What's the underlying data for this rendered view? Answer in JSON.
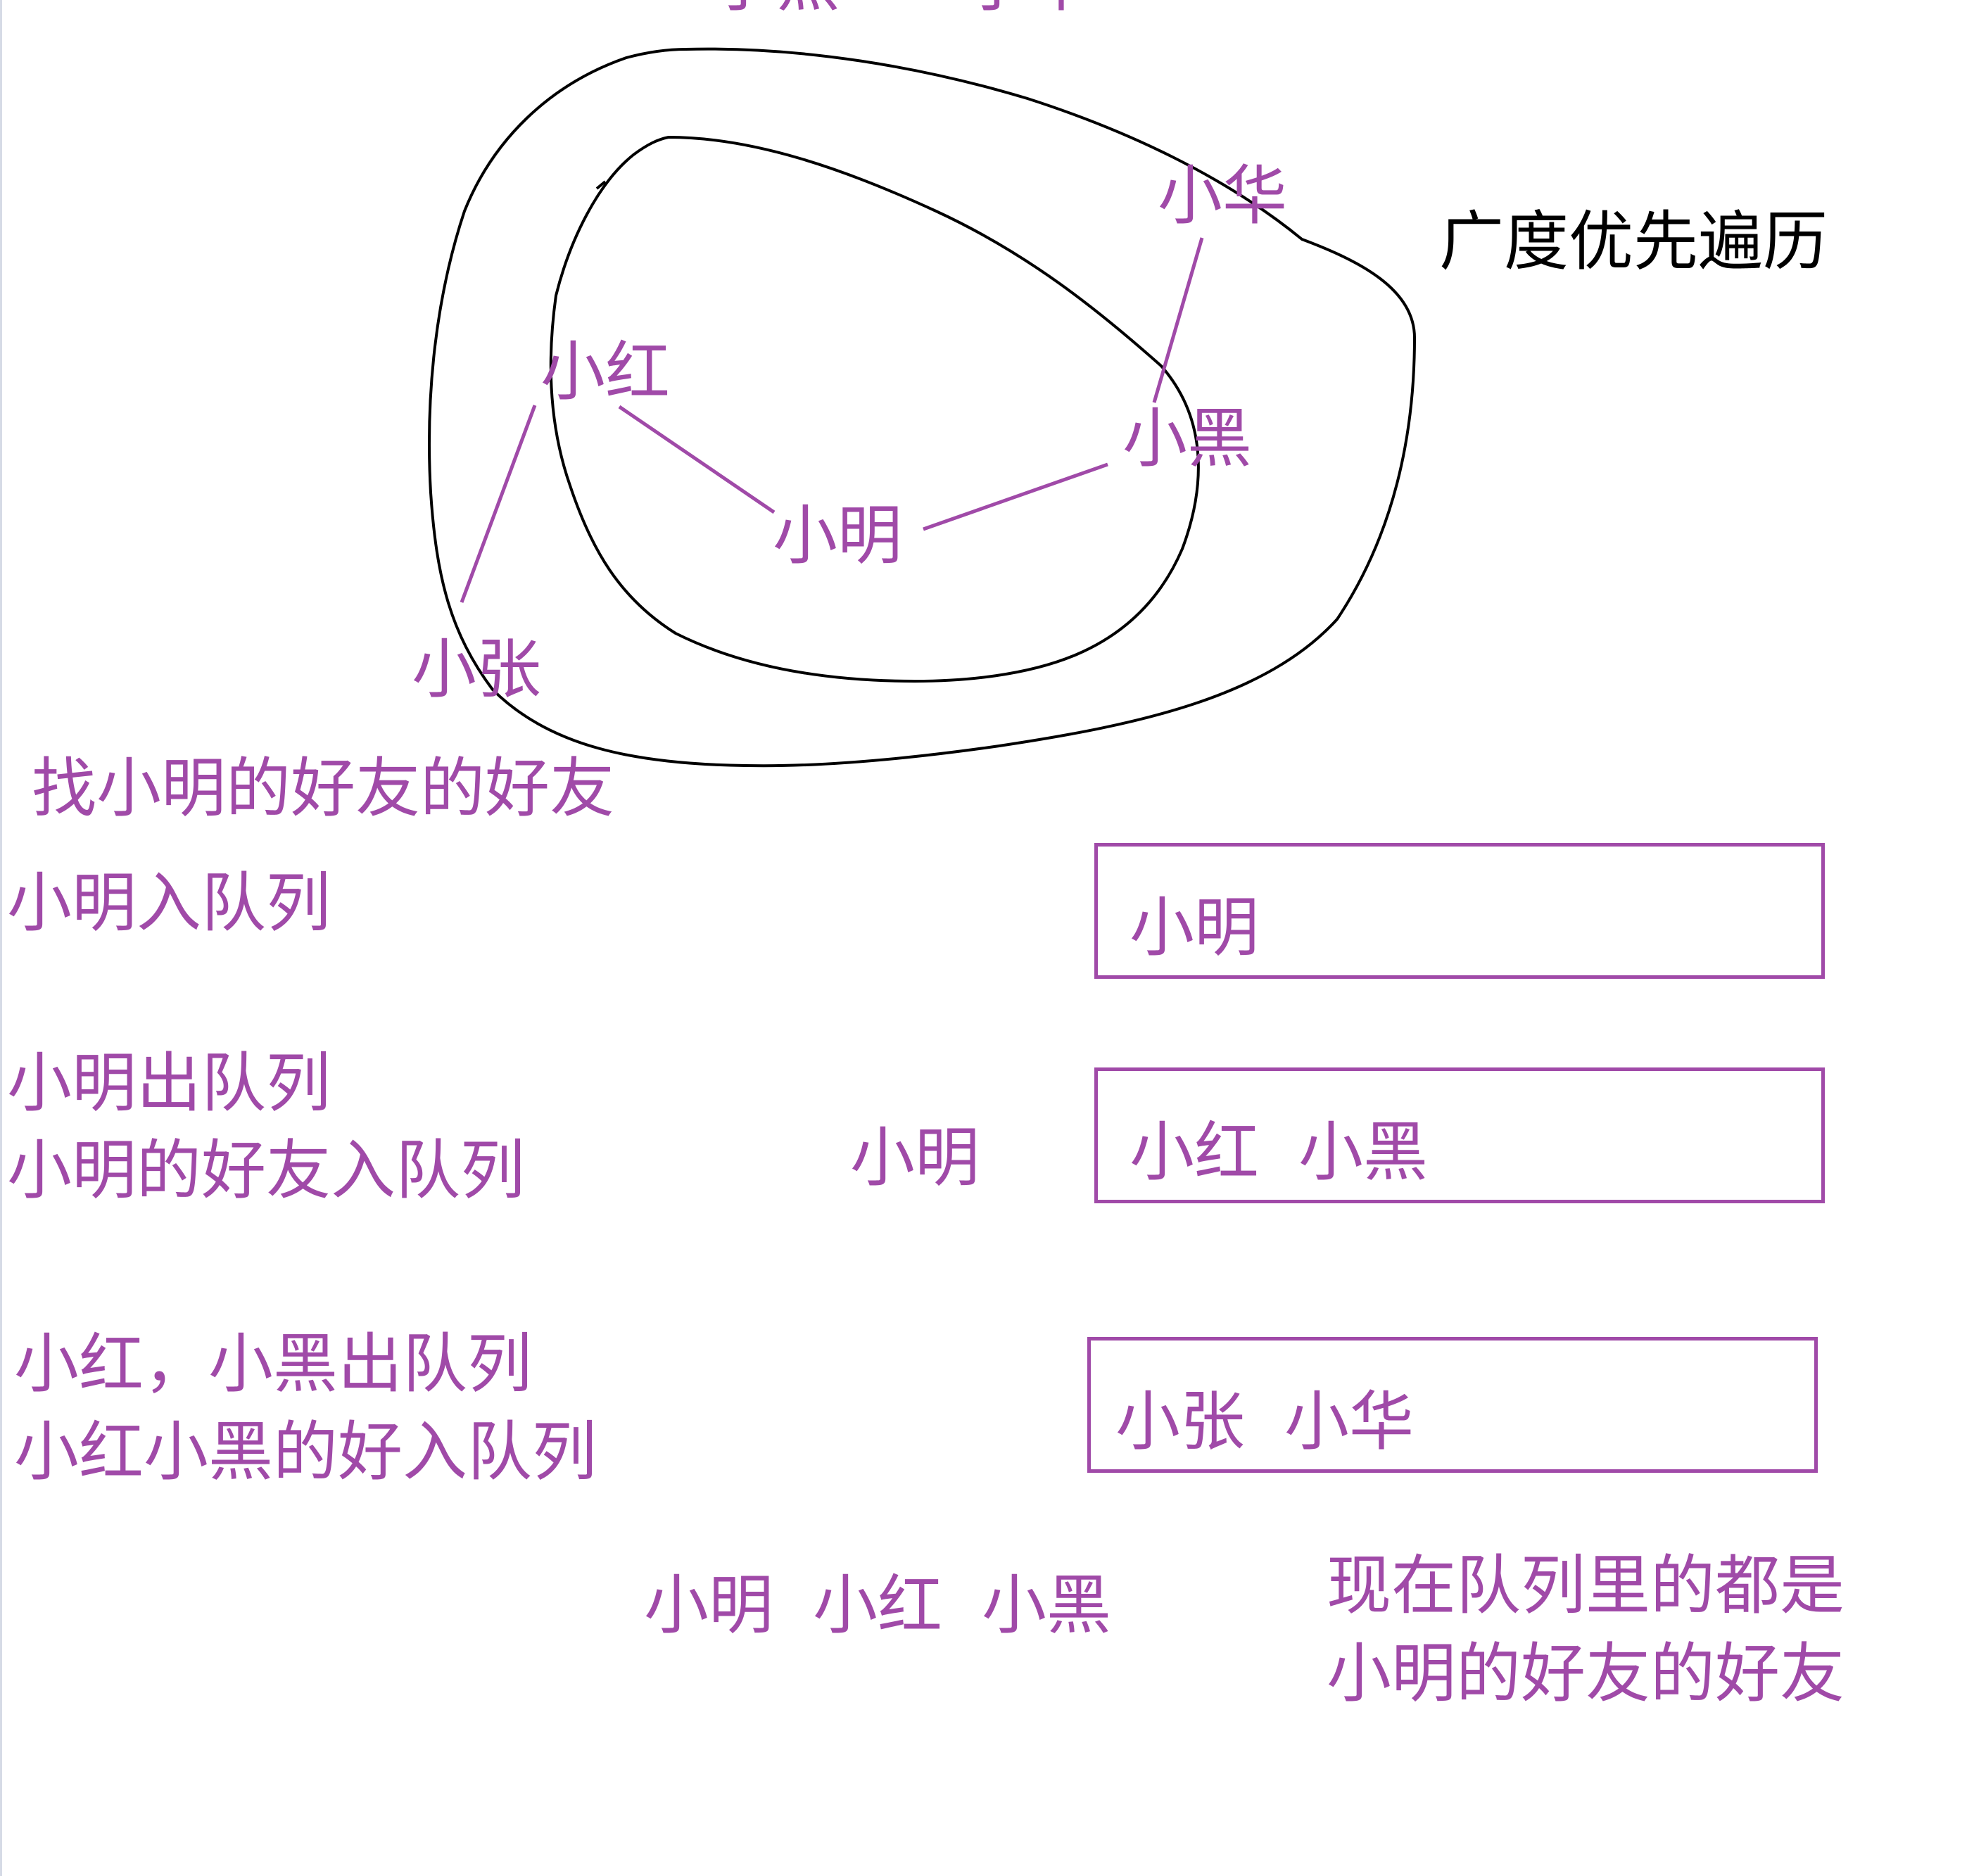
{
  "colors": {
    "accent": "#a04aa8",
    "ink": "#000000",
    "background": "#ffffff"
  },
  "title": "广度优先遍历",
  "graph": {
    "nodes": {
      "xiaoming": "小明",
      "xiaohong": "小红",
      "xiaohei": "小黑",
      "xiaozhang": "小张",
      "xiaohua": "小华"
    },
    "cropped_top_text": [
      "小黑",
      "小华"
    ]
  },
  "question": "找小明的好友的好友",
  "steps": {
    "step1": "小明入队列",
    "step2_line1": "小明出队列",
    "step2_line2": "小明的好友入队列",
    "step2_dequeued": "小明",
    "step3_line1": "小红，小黑出队列",
    "step3_line2": "小红小黑的好入队列",
    "visited": [
      "小明",
      "小红",
      "小黑"
    ]
  },
  "queues": [
    [
      "小明"
    ],
    [
      "小红",
      "小黑"
    ],
    [
      "小张",
      "小华"
    ]
  ],
  "conclusion": {
    "line1": "现在队列里的都是",
    "line2": "小明的好友的好友"
  }
}
